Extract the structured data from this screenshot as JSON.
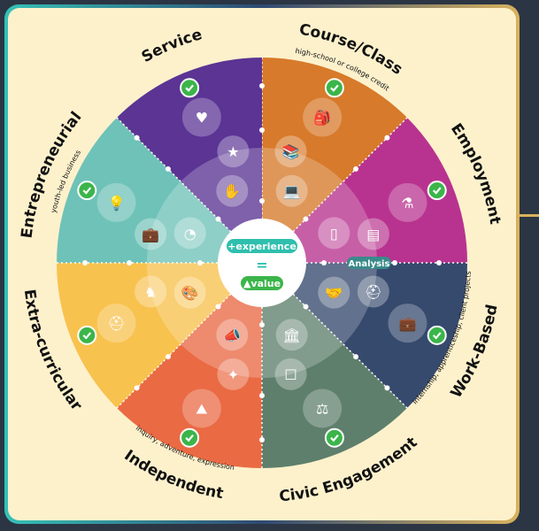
{
  "colors": {
    "background": "#2b3544",
    "card": "#fdf1cc",
    "check": "#3bb54a",
    "experience_badge": "#2fbfae",
    "value_badge": "#3bb54a"
  },
  "center": {
    "experience": "+experience",
    "equals": "=",
    "value": "▲value",
    "analysis": "Analysis"
  },
  "segments": [
    {
      "label": "Course/Class",
      "sub": "high-school or college credit",
      "color": "#d77a2b",
      "icons": [
        "backpack-icon",
        "books-icon",
        "computer-icon"
      ]
    },
    {
      "label": "Employment",
      "sub": "",
      "color": "#b8338f",
      "icons": [
        "pouring-icon",
        "cash-register-icon",
        "id-badge-icon"
      ]
    },
    {
      "label": "Work-Based",
      "sub": "internship, apprenticeship, client projects",
      "color": "#364a6e",
      "icons": [
        "briefcase-icon",
        "hard-hat-icon",
        "handshake-icon"
      ]
    },
    {
      "label": "Civic Engagement",
      "sub": "",
      "color": "#5e7f6c",
      "icons": [
        "gavel-icon",
        "ballot-box-icon",
        "government-building-icon"
      ]
    },
    {
      "label": "Independent",
      "sub": "inquiry, adventure, expression",
      "color": "#ea6a44",
      "icons": [
        "mountain-flag-icon",
        "compass-icon",
        "megaphone-icon"
      ]
    },
    {
      "label": "Extra-curricular",
      "sub": "",
      "color": "#f8c24f",
      "icons": [
        "helmet-icon",
        "chess-icon",
        "paint-palette-icon"
      ]
    },
    {
      "label": "Entrepreneurial",
      "sub": "youth-led business",
      "color": "#6fc2b8",
      "icons": [
        "lightbulb-icon",
        "briefcase-money-icon",
        "pie-chart-icon"
      ]
    },
    {
      "label": "Service",
      "sub": "",
      "color": "#5b3494",
      "icons": [
        "heart-hand-icon",
        "rank-badge-icon",
        "raised-hand-icon"
      ]
    }
  ]
}
